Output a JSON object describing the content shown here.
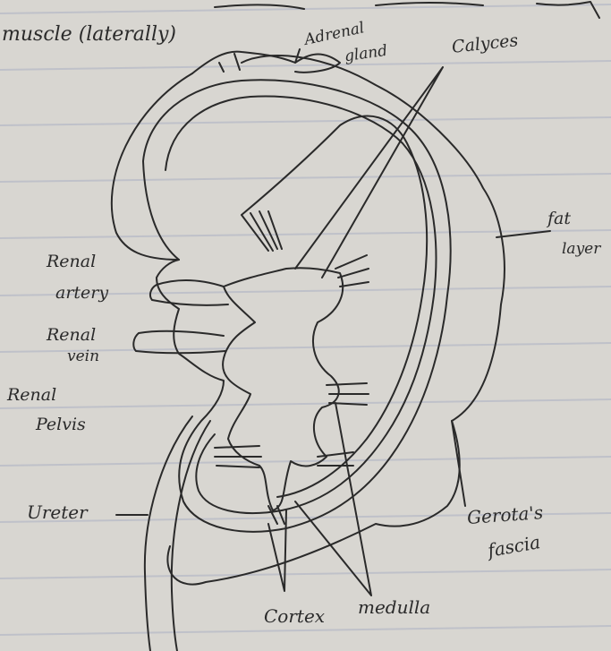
{
  "colors": {
    "paper": "#d8d6d1",
    "rule": "#b9bcc8",
    "ink": "#2a2a2a"
  },
  "labels": {
    "muscle": "muscle (laterally)",
    "adrenal_line1": "Adrenal",
    "adrenal_line2": "gland",
    "calyces": "Calyces",
    "fat_line1": "fat",
    "fat_line2": "layer",
    "renal_artery_line1": "Renal",
    "renal_artery_line2": "artery",
    "renal_vein_line1": "Renal",
    "renal_vein_line2": "vein",
    "renal_pelvis_line1": "Renal",
    "renal_pelvis_line2": "Pelvis",
    "ureter": "Ureter",
    "gerota_line1": "Gerota's",
    "gerota_line2": "fascia",
    "cortex": "Cortex",
    "medulla": "medulla"
  }
}
